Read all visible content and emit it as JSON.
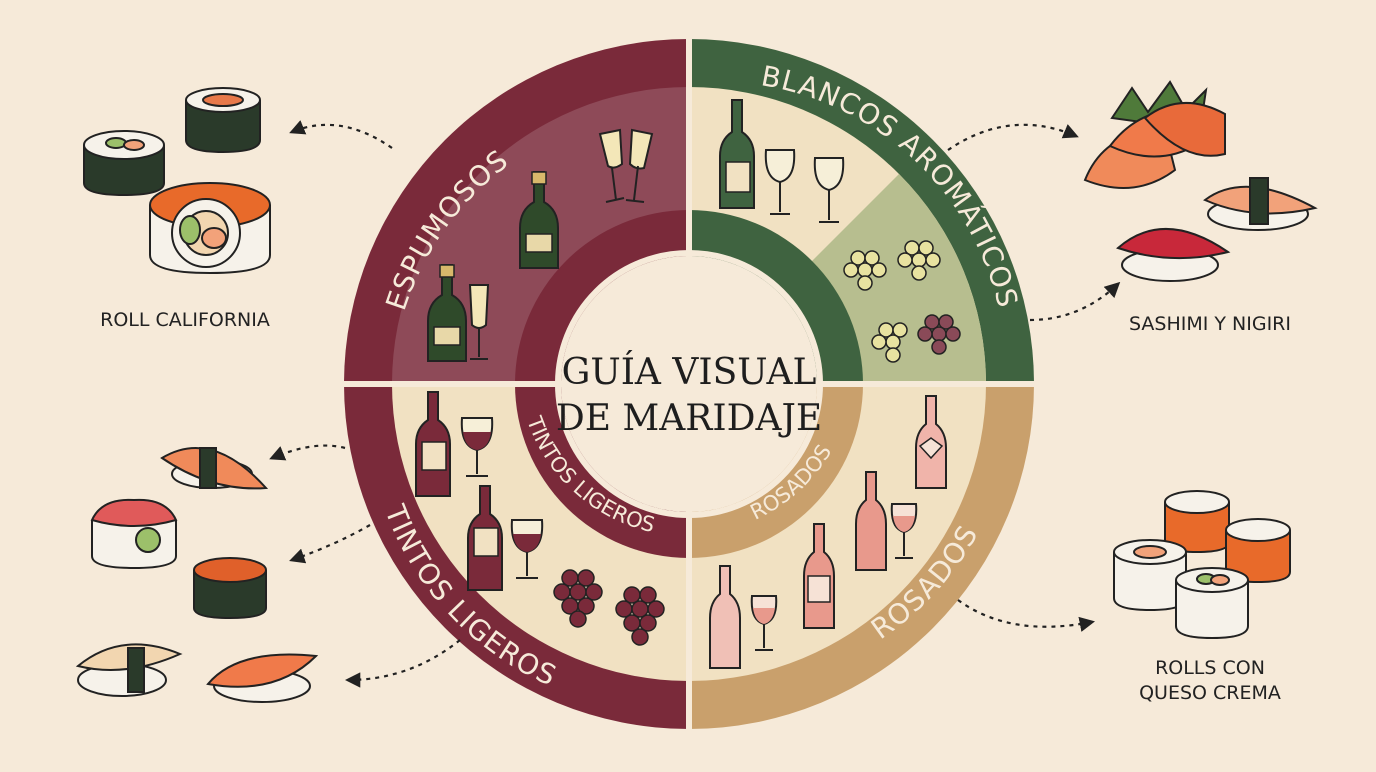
{
  "center": {
    "line1": "GUÍA VISUAL",
    "line2": "DE MARIDAJE"
  },
  "segments": {
    "espumosos": "ESPUMOSOS",
    "blancos": "BLANCOS AROMÁTICOS",
    "tintos_outer": "TINTOS LIGEROS",
    "tintos_inner": "TINTOS LIGEROS",
    "rosados_outer": "ROSADOS",
    "rosados_inner": "ROSADOS"
  },
  "foods": {
    "roll_california": "ROLL CALIFORNIA",
    "sashimi_nigiri": "SASHIMI Y NIGIRI",
    "rolls_queso_1": "ROLLS CON",
    "rolls_queso_2": "QUESO CREMA"
  },
  "colors": {
    "background": "#f6ead9",
    "burgundy": "#7a2a3a",
    "burgundy_light": "#8e4a58",
    "green": "#3f6340",
    "green_light": "#b7be8f",
    "tan": "#c9a06c",
    "cream": "#f1e1c2"
  }
}
